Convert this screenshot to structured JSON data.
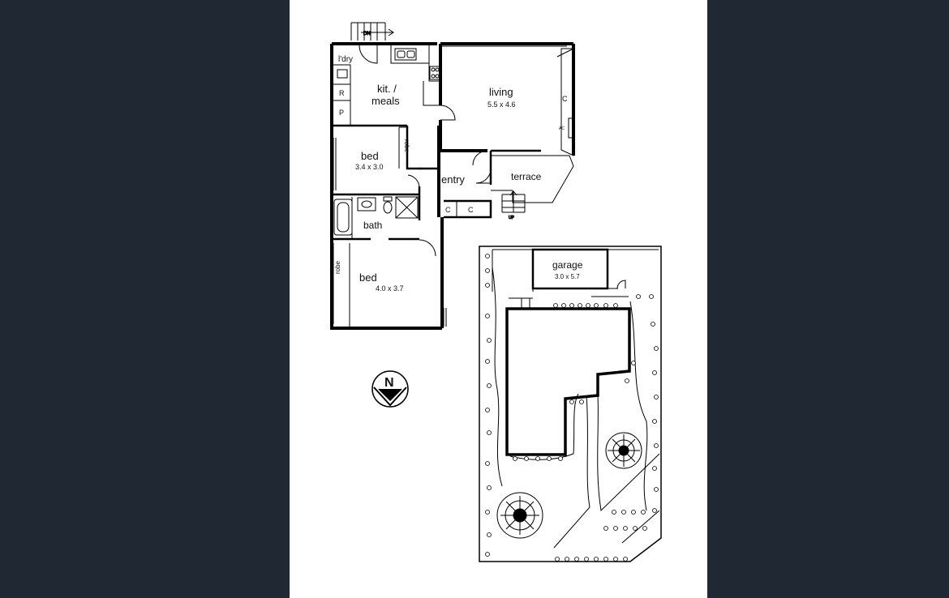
{
  "colors": {
    "background": "#1f2833",
    "sheet": "#ffffff",
    "wall": "#000000"
  },
  "labels": {
    "laundry": "l'dry",
    "kitchen_line1": "kit. /",
    "kitchen_line2": "meals",
    "living": "living",
    "living_dim": "5.5 x 4.6",
    "bed1": "bed",
    "bed1_dim": "3.4 x 3.0",
    "robe1": "robe",
    "entry": "entry",
    "terrace": "terrace",
    "bath": "bath",
    "bed2": "bed",
    "bed2_dim": "4.0 x 3.7",
    "robe2": "robe",
    "garage": "garage",
    "garage_dim": "3.0 x 5.7",
    "r": "R",
    "p": "P",
    "c_living": "C",
    "ac": "AC",
    "c_entry1": "C",
    "c_entry2": "C",
    "stair_down": "DN",
    "stair_up": "UP",
    "north": "N"
  },
  "icons": [
    "compass-icon",
    "tree-icon",
    "shrub-icon",
    "sink-icon",
    "stove-icon",
    "toilet-icon",
    "bathtub-icon"
  ]
}
